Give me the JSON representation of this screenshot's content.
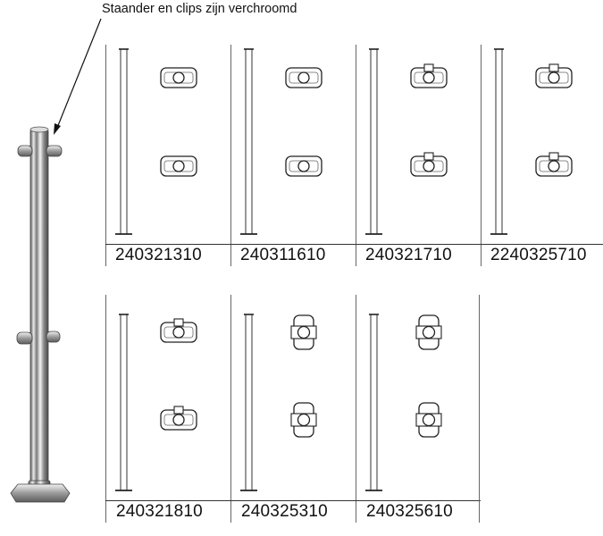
{
  "annotation": "Staander en clips zijn verchroomd",
  "row1": [
    {
      "code": "240321310",
      "clip": "horizontal"
    },
    {
      "code": "240311610",
      "clip": "horizontal"
    },
    {
      "code": "240321710",
      "clip": "horizontal-tab"
    },
    {
      "code": "2240325710",
      "clip": "horizontal-tab"
    }
  ],
  "row2": [
    {
      "code": "240321810",
      "clip": "horizontal-tab"
    },
    {
      "code": "240325310",
      "clip": "vertical"
    },
    {
      "code": "240325610",
      "clip": "vertical"
    }
  ]
}
